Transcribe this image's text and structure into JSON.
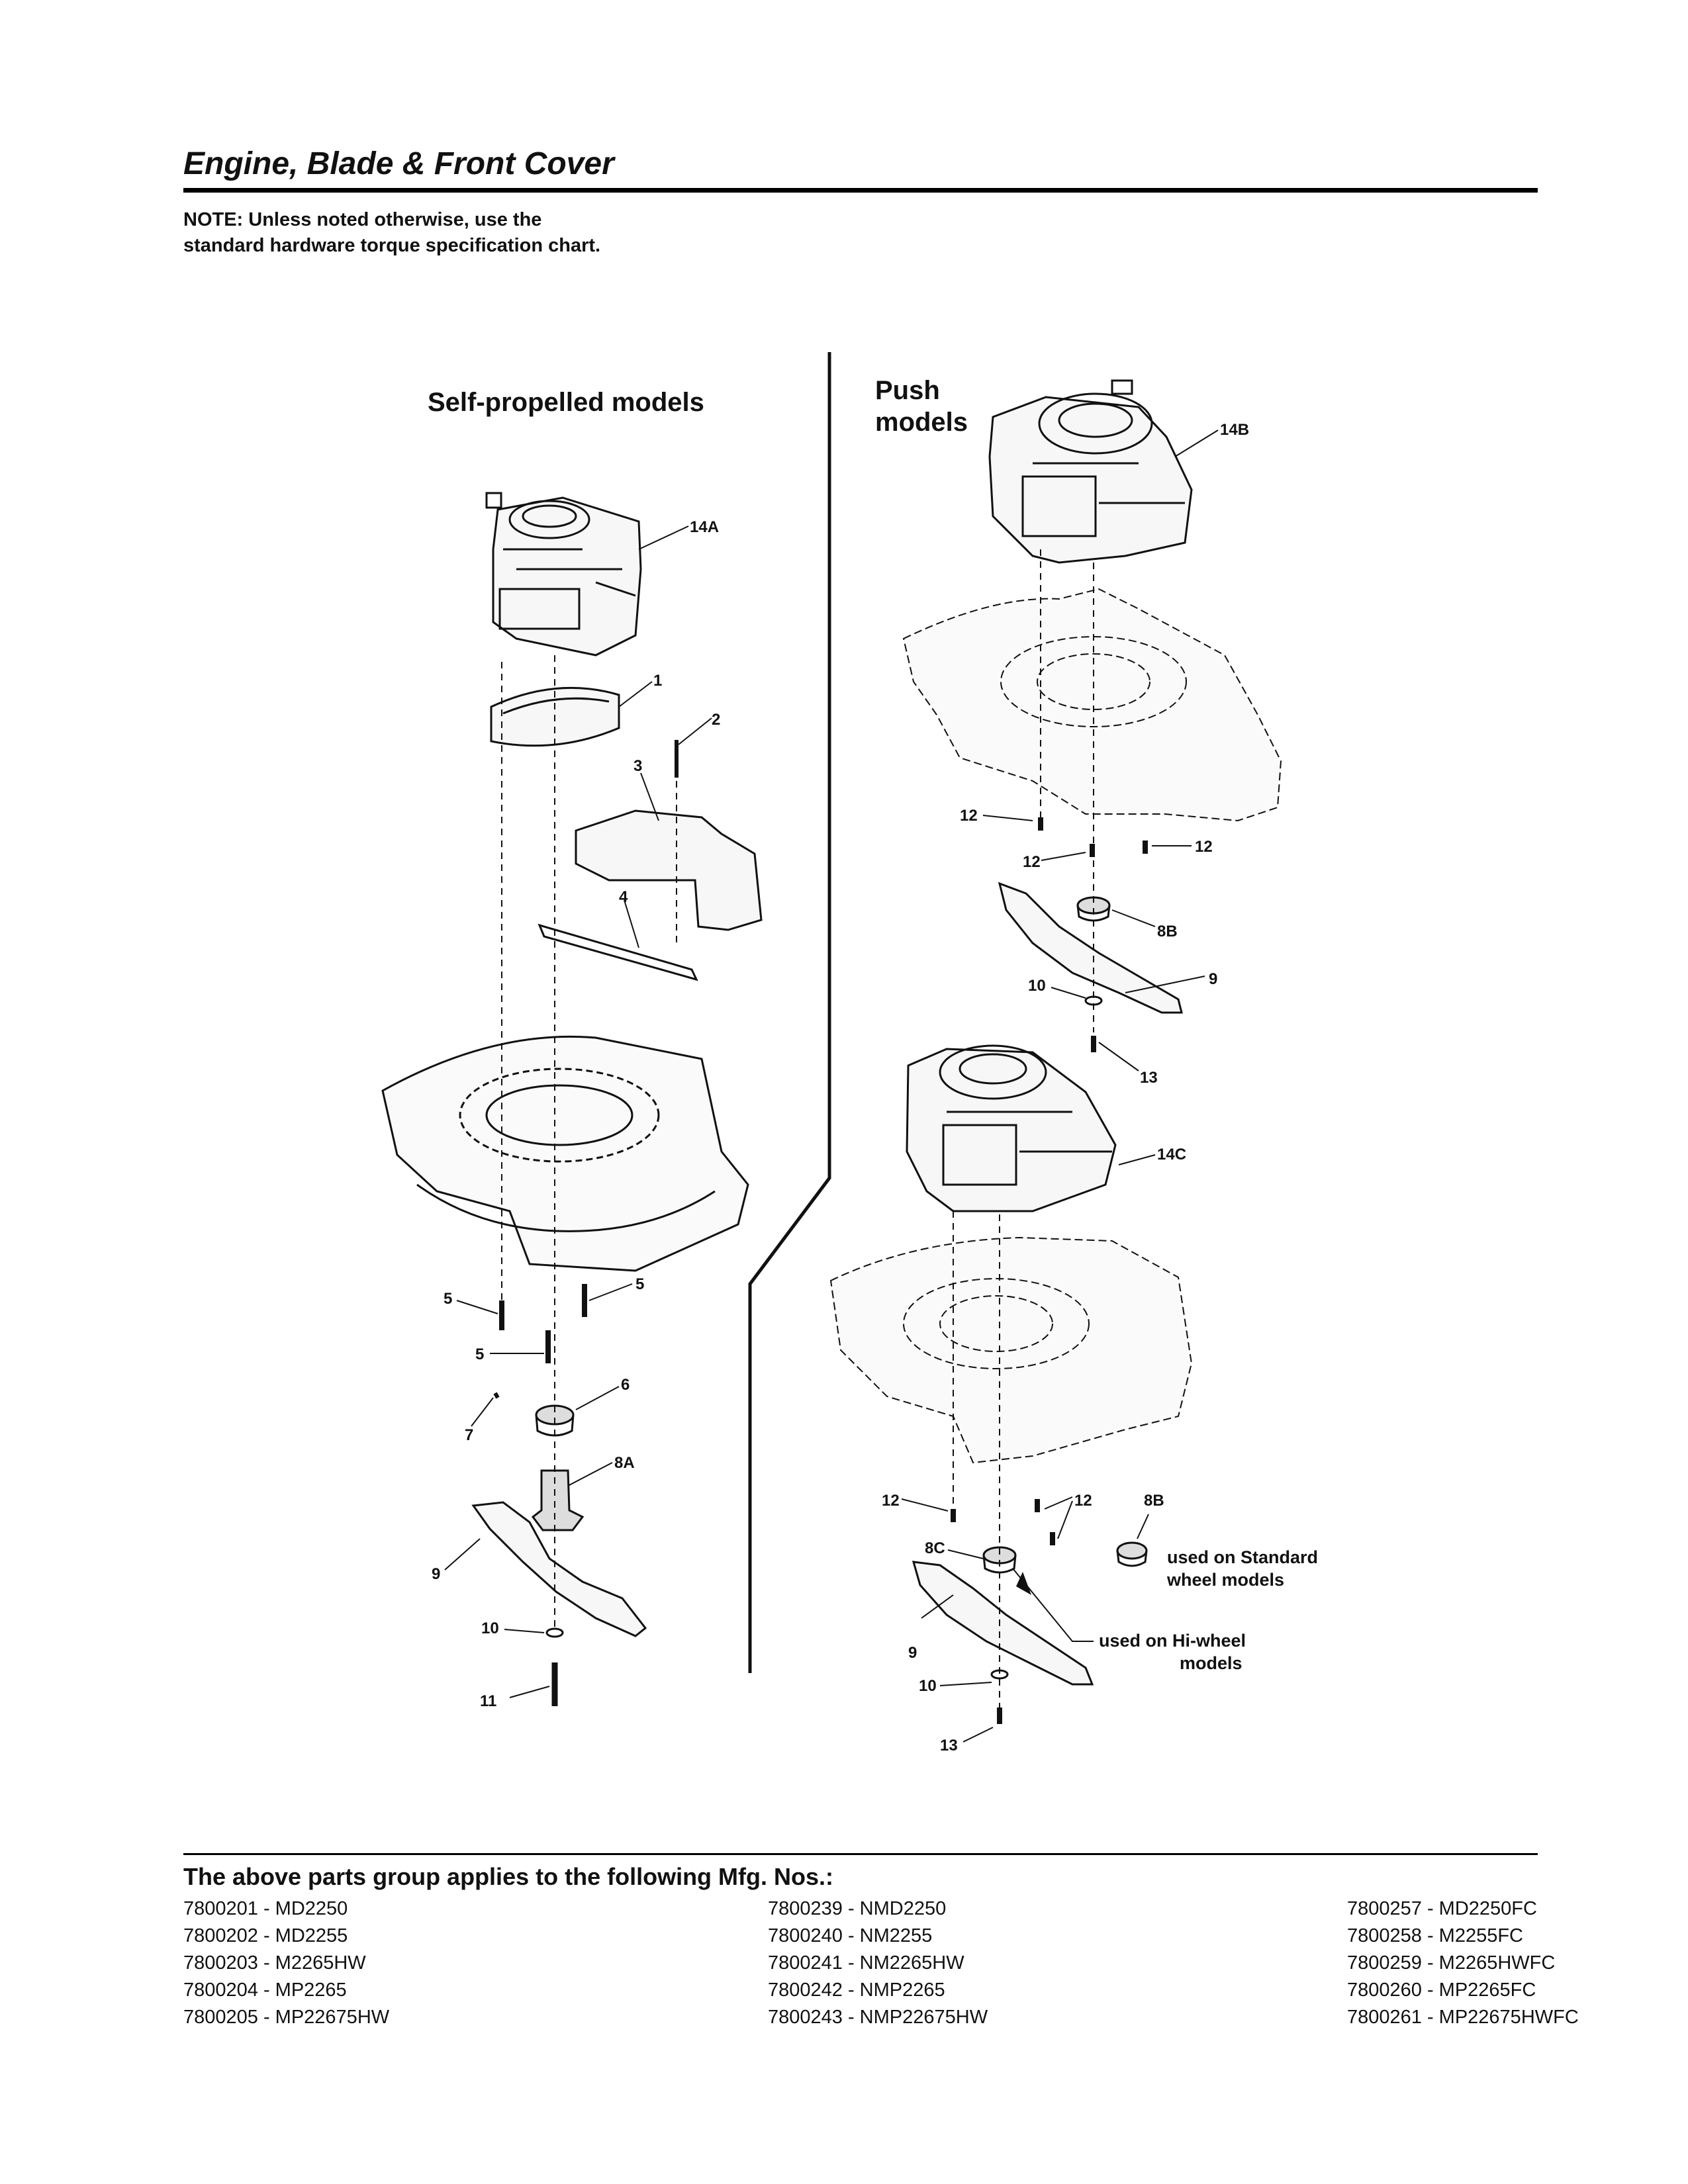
{
  "header": {
    "title": "Engine, Blade & Front Cover",
    "note": "NOTE: Unless noted otherwise, use the standard hardware torque specification chart."
  },
  "sections": {
    "self_propelled": "Self-propelled models",
    "push_line1": "Push",
    "push_line2": "models"
  },
  "callouts": {
    "c14A": "14A",
    "c1": "1",
    "c2": "2",
    "c3": "3",
    "c4": "4",
    "c5a": "5",
    "c5b": "5",
    "c5c": "5",
    "c6": "6",
    "c7": "7",
    "c8A": "8A",
    "c9a": "9",
    "c10a": "10",
    "c11": "11",
    "c14B": "14B",
    "c12a": "12",
    "c12b": "12",
    "c12c": "12",
    "c8Ba": "8B",
    "c9b": "9",
    "c10b": "10",
    "c13a": "13",
    "c14C": "14C",
    "c12d": "12",
    "c12e": "12",
    "c8Bb": "8B",
    "c8C": "8C",
    "c9c": "9",
    "c10c": "10",
    "c13b": "13"
  },
  "annotations": {
    "standard_line1": "used on Standard",
    "standard_line2": "wheel models",
    "hiwheel_line1": "used on Hi-wheel",
    "hiwheel_line2": "models"
  },
  "footer": {
    "heading": "The above parts group applies to the following Mfg. Nos.:",
    "col1": [
      "7800201 - MD2250",
      "7800202 - MD2255",
      "7800203 - M2265HW",
      "7800204 - MP2265",
      "7800205 - MP22675HW"
    ],
    "col2": [
      "7800239 - NMD2250",
      "7800240 - NM2255",
      "7800241 - NM2265HW",
      "7800242 - NMP2265",
      "7800243 - NMP22675HW"
    ],
    "col3": [
      "7800257 - MD2250FC",
      "7800258 - M2255FC",
      "7800259 - M2265HWFC",
      "7800260 - MP2265FC",
      "7800261 - MP22675HWFC"
    ]
  }
}
